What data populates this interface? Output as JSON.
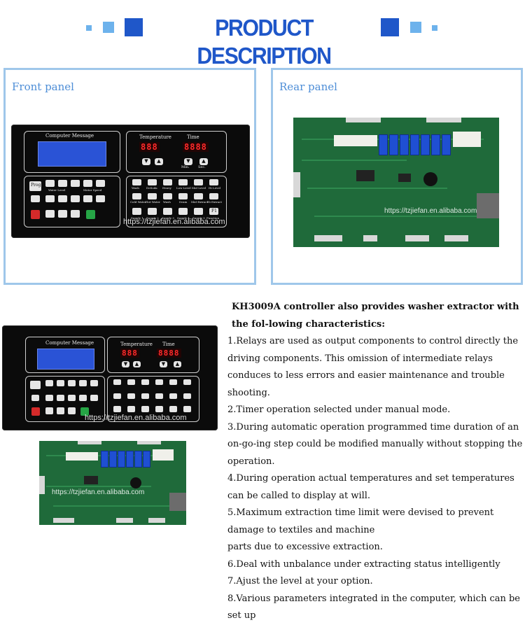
{
  "header": {
    "title": "PRODUCT DESCRIPTION",
    "accent_color": "#1f57c9",
    "light_color": "#6db2ec"
  },
  "front_panel": {
    "label": "Front panel",
    "computer_message": "Computer Message",
    "temperature": "Temperature",
    "time": "Time",
    "temp_display": "888",
    "time_display": "8888",
    "min": "Min.",
    "sec": "Sec.",
    "prog": "Prog",
    "water_level": "Water Level",
    "motor_speed": "Motor Speed",
    "function_row1": [
      "Wash",
      "DeSoda",
      "Heavy",
      "Low Level",
      "Mid Level",
      "Hi Level"
    ],
    "function_row2": [
      "Cold Water",
      "Hot Water",
      "Wash",
      "Drain",
      "Mid Extract",
      "Hi Extract"
    ],
    "function_row3": [
      "Supply 1",
      "Supply 2",
      "Supply 3",
      "Supply 4",
      "Supply 5",
      "Function"
    ],
    "function_key": "F1",
    "watermark": "https://tzjiefan.en.alibaba.com"
  },
  "rear_panel": {
    "label": "Rear panel",
    "watermark": "https://tzjiefan.en.alibaba.com"
  },
  "description": {
    "intro": "KH3009A controller also provides washer extractor with the fol-lowing characteristics:",
    "items": [
      "1.Relays are used as output components to control directly the driving components. This omission of intermediate relays conduces to less errors and easier maintenance and trouble shooting.",
      "2.Timer operation selected under manual mode.",
      "3.During automatic operation programmed time duration of an on-go-ing step could be modified manually without stopping the operation.",
      "4.During operation actual temperatures and set temperatures can be called to display at will.",
      "5.Maximum extraction time limit were devised to prevent damage to textiles and machine",
      "parts due to excessive extraction.",
      "6.Deal with unbalance under extracting status intelligently",
      "7.Ajust the level at your option.",
      "8.Various parameters integrated in the computer, which can be set up"
    ]
  }
}
